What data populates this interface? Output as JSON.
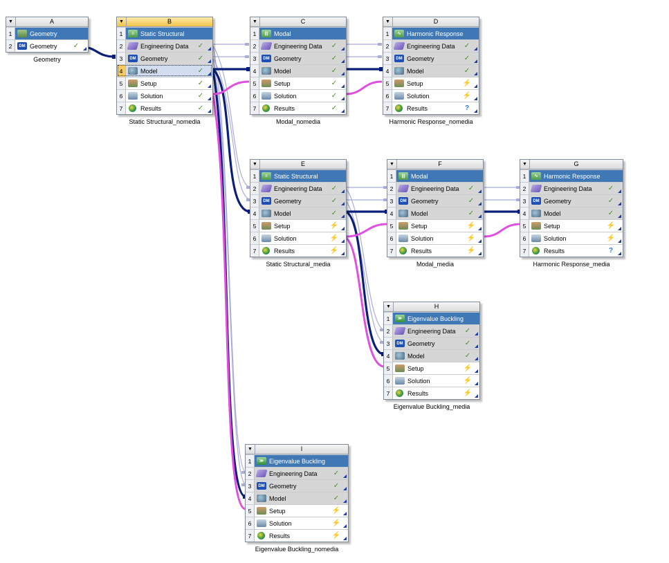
{
  "systems": [
    {
      "id": "A",
      "caption": "Geometry",
      "rows": [
        {
          "n": "1",
          "label": "Geometry",
          "icon": "geometry-icon",
          "status": ""
        },
        {
          "n": "2",
          "label": "Geometry",
          "icon": "dm-icon",
          "status": "ok"
        }
      ]
    },
    {
      "id": "B",
      "caption": "Static Structural_nomedia",
      "rows": [
        {
          "n": "1",
          "label": "Static Structural",
          "icon": "static-structural-icon",
          "status": ""
        },
        {
          "n": "2",
          "label": "Engineering Data",
          "icon": "engineering-data-icon",
          "status": "ok"
        },
        {
          "n": "3",
          "label": "Geometry",
          "icon": "dm-icon",
          "status": "ok"
        },
        {
          "n": "4",
          "label": "Model",
          "icon": "model-icon",
          "status": "ok"
        },
        {
          "n": "5",
          "label": "Setup",
          "icon": "setup-icon",
          "status": "ok"
        },
        {
          "n": "6",
          "label": "Solution",
          "icon": "solution-icon",
          "status": "ok"
        },
        {
          "n": "7",
          "label": "Results",
          "icon": "results-icon",
          "status": "ok"
        }
      ]
    },
    {
      "id": "C",
      "caption": "Modal_nomedia",
      "rows": [
        {
          "n": "1",
          "label": "Modal",
          "icon": "modal-icon",
          "status": ""
        },
        {
          "n": "2",
          "label": "Engineering Data",
          "icon": "engineering-data-icon",
          "status": "ok"
        },
        {
          "n": "3",
          "label": "Geometry",
          "icon": "dm-icon",
          "status": "ok"
        },
        {
          "n": "4",
          "label": "Model",
          "icon": "model-icon",
          "status": "ok"
        },
        {
          "n": "5",
          "label": "Setup",
          "icon": "setup-icon",
          "status": "ok"
        },
        {
          "n": "6",
          "label": "Solution",
          "icon": "solution-icon",
          "status": "ok"
        },
        {
          "n": "7",
          "label": "Results",
          "icon": "results-icon",
          "status": "ok"
        }
      ]
    },
    {
      "id": "D",
      "caption": "Harmonic Response_nomedia",
      "rows": [
        {
          "n": "1",
          "label": "Harmonic Response",
          "icon": "harmonic-response-icon",
          "status": ""
        },
        {
          "n": "2",
          "label": "Engineering Data",
          "icon": "engineering-data-icon",
          "status": "ok"
        },
        {
          "n": "3",
          "label": "Geometry",
          "icon": "dm-icon",
          "status": "ok"
        },
        {
          "n": "4",
          "label": "Model",
          "icon": "model-icon",
          "status": "ok"
        },
        {
          "n": "5",
          "label": "Setup",
          "icon": "setup-icon",
          "status": "update"
        },
        {
          "n": "6",
          "label": "Solution",
          "icon": "solution-icon",
          "status": "update"
        },
        {
          "n": "7",
          "label": "Results",
          "icon": "results-icon",
          "status": "question"
        }
      ]
    },
    {
      "id": "E",
      "caption": "Static Structural_media",
      "rows": [
        {
          "n": "1",
          "label": "Static Structural",
          "icon": "static-structural-icon",
          "status": ""
        },
        {
          "n": "2",
          "label": "Engineering Data",
          "icon": "engineering-data-icon",
          "status": "ok"
        },
        {
          "n": "3",
          "label": "Geometry",
          "icon": "dm-icon",
          "status": "ok"
        },
        {
          "n": "4",
          "label": "Model",
          "icon": "model-icon",
          "status": "ok"
        },
        {
          "n": "5",
          "label": "Setup",
          "icon": "setup-icon",
          "status": "update"
        },
        {
          "n": "6",
          "label": "Solution",
          "icon": "solution-icon",
          "status": "update"
        },
        {
          "n": "7",
          "label": "Results",
          "icon": "results-icon",
          "status": "update"
        }
      ]
    },
    {
      "id": "F",
      "caption": "Modal_media",
      "rows": [
        {
          "n": "1",
          "label": "Modal",
          "icon": "modal-icon",
          "status": ""
        },
        {
          "n": "2",
          "label": "Engineering Data",
          "icon": "engineering-data-icon",
          "status": "ok"
        },
        {
          "n": "3",
          "label": "Geometry",
          "icon": "dm-icon",
          "status": "ok"
        },
        {
          "n": "4",
          "label": "Model",
          "icon": "model-icon",
          "status": "ok"
        },
        {
          "n": "5",
          "label": "Setup",
          "icon": "setup-icon",
          "status": "update"
        },
        {
          "n": "6",
          "label": "Solution",
          "icon": "solution-icon",
          "status": "update"
        },
        {
          "n": "7",
          "label": "Results",
          "icon": "results-icon",
          "status": "update"
        }
      ]
    },
    {
      "id": "G",
      "caption": "Harmonic Response_media",
      "rows": [
        {
          "n": "1",
          "label": "Harmonic Response",
          "icon": "harmonic-response-icon",
          "status": ""
        },
        {
          "n": "2",
          "label": "Engineering Data",
          "icon": "engineering-data-icon",
          "status": "ok"
        },
        {
          "n": "3",
          "label": "Geometry",
          "icon": "dm-icon",
          "status": "ok"
        },
        {
          "n": "4",
          "label": "Model",
          "icon": "model-icon",
          "status": "ok"
        },
        {
          "n": "5",
          "label": "Setup",
          "icon": "setup-icon",
          "status": "update"
        },
        {
          "n": "6",
          "label": "Solution",
          "icon": "solution-icon",
          "status": "update"
        },
        {
          "n": "7",
          "label": "Results",
          "icon": "results-icon",
          "status": "question"
        }
      ]
    },
    {
      "id": "H",
      "caption": "Eigenvalue Buckling_media",
      "rows": [
        {
          "n": "1",
          "label": "Eigenvalue Buckling",
          "icon": "eigenvalue-buckling-icon",
          "status": ""
        },
        {
          "n": "2",
          "label": "Engineering Data",
          "icon": "engineering-data-icon",
          "status": "ok"
        },
        {
          "n": "3",
          "label": "Geometry",
          "icon": "dm-icon",
          "status": "ok"
        },
        {
          "n": "4",
          "label": "Model",
          "icon": "model-icon",
          "status": "ok"
        },
        {
          "n": "5",
          "label": "Setup",
          "icon": "setup-icon",
          "status": "update"
        },
        {
          "n": "6",
          "label": "Solution",
          "icon": "solution-icon",
          "status": "update"
        },
        {
          "n": "7",
          "label": "Results",
          "icon": "results-icon",
          "status": "update"
        }
      ]
    },
    {
      "id": "I",
      "caption": "Eigenvalue Buckling_nomedia",
      "rows": [
        {
          "n": "1",
          "label": "Eigenvalue Buckling",
          "icon": "eigenvalue-buckling-icon",
          "status": ""
        },
        {
          "n": "2",
          "label": "Engineering Data",
          "icon": "engineering-data-icon",
          "status": "ok"
        },
        {
          "n": "3",
          "label": "Geometry",
          "icon": "dm-icon",
          "status": "ok"
        },
        {
          "n": "4",
          "label": "Model",
          "icon": "model-icon",
          "status": "ok"
        },
        {
          "n": "5",
          "label": "Setup",
          "icon": "setup-icon",
          "status": "update"
        },
        {
          "n": "6",
          "label": "Solution",
          "icon": "solution-icon",
          "status": "update"
        },
        {
          "n": "7",
          "label": "Results",
          "icon": "results-icon",
          "status": "update"
        }
      ]
    }
  ],
  "dm_glyph": "DM",
  "status_glyphs": {
    "ok": "✓",
    "update": "⚡",
    "question": "?"
  },
  "colors": {
    "title_bar": "#3f78b4",
    "model_link": "#0b1f7a",
    "solution_link": "#e14fe0",
    "data_link": "#a9acd6",
    "selected_header": "#f3c34b"
  }
}
